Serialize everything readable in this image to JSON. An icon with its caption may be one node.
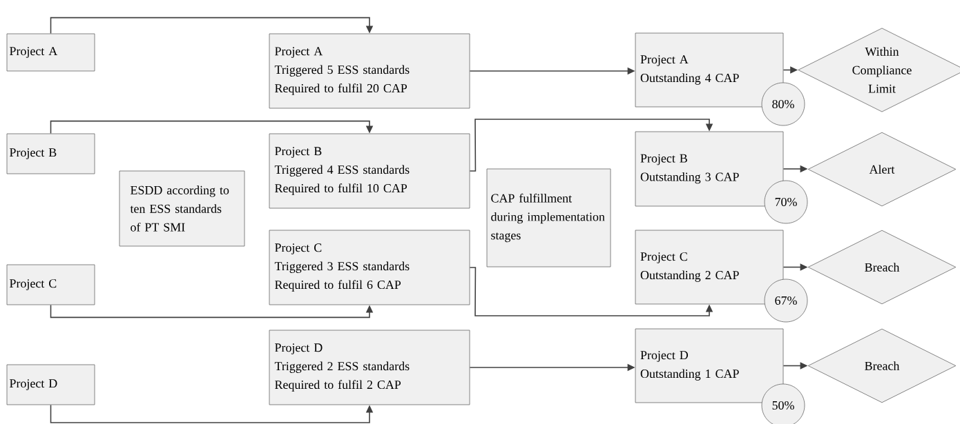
{
  "diagram": {
    "nodes": [
      {
        "text": [
          "Project A"
        ]
      },
      {
        "text": [
          "Project B"
        ]
      },
      {
        "text": [
          "Project C"
        ]
      },
      {
        "text": [
          "Project D"
        ]
      },
      {
        "text": [
          "ESDD according to ten ESS standards of PT SMI"
        ]
      },
      {
        "text": [
          "Project A",
          "Triggered 5 ESS standards",
          "Required to fulfil 20 CAP"
        ]
      },
      {
        "text": [
          "Project B",
          "Triggered 4 ESS standards",
          "Required to fulfil 10 CAP"
        ]
      },
      {
        "text": [
          "Project C",
          "Triggered 3 ESS standards",
          "Required to fulfil 6 CAP"
        ]
      },
      {
        "text": [
          "Project D",
          "Triggered 2 ESS standards",
          "Required to fulfil 2 CAP"
        ]
      },
      {
        "text": [
          "CAP fulfillment during implementation stages"
        ]
      },
      {
        "text": [
          "Project A",
          "Outstanding 4 CAP"
        ]
      },
      {
        "text": [
          "Project B",
          "Outstanding 3 CAP"
        ]
      },
      {
        "text": [
          "Project C",
          "Outstanding 2 CAP"
        ]
      },
      {
        "text": [
          "Project D",
          "Outstanding 1 CAP"
        ]
      },
      {
        "text": [
          "80%"
        ]
      },
      {
        "text": [
          "70%"
        ]
      },
      {
        "text": [
          "67%"
        ]
      },
      {
        "text": [
          "50%"
        ]
      },
      {
        "text": [
          "Within Compliance Limit"
        ]
      },
      {
        "text": [
          "Alert"
        ]
      },
      {
        "text": [
          "Breach"
        ]
      },
      {
        "text": [
          "Breach"
        ]
      }
    ],
    "edges": [
      {
        "from": 0,
        "to": 5,
        "arrow": "to"
      },
      {
        "from": 1,
        "to": 6,
        "arrow": "to"
      },
      {
        "from": 2,
        "to": 7,
        "arrow": "to"
      },
      {
        "from": 3,
        "to": 8,
        "arrow": "to"
      },
      {
        "from": 5,
        "to": 10,
        "arrow": "to"
      },
      {
        "from": 6,
        "to": 11,
        "arrow": "to"
      },
      {
        "from": 7,
        "to": 12,
        "arrow": "to"
      },
      {
        "from": 8,
        "to": 13,
        "arrow": "to"
      },
      {
        "from": 10,
        "to": 18,
        "arrow": "to"
      },
      {
        "from": 11,
        "to": 19,
        "arrow": "to"
      },
      {
        "from": 12,
        "to": 20,
        "arrow": "to"
      },
      {
        "from": 13,
        "to": 21,
        "arrow": "to"
      }
    ]
  }
}
